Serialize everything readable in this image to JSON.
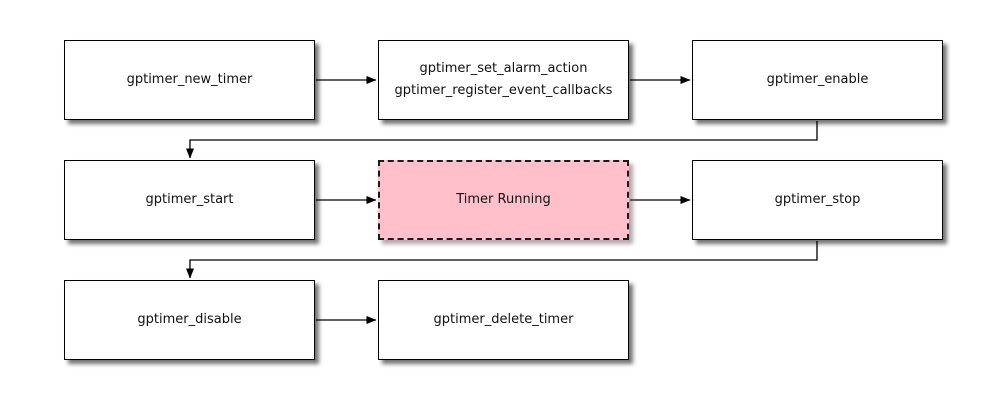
{
  "diagram": {
    "type": "flowchart",
    "description": "GPTimer driver API lifecycle flow",
    "colors": {
      "node_fill": "#ffffff",
      "highlight_fill": "#ffc0cb",
      "border": "#000000",
      "background": "#ffffff"
    },
    "nodes": [
      {
        "id": "new_timer",
        "label": "gptimer_new_timer"
      },
      {
        "id": "setup",
        "label_line1": "gptimer_set_alarm_action",
        "label_line2": "gptimer_register_event_callbacks"
      },
      {
        "id": "enable",
        "label": "gptimer_enable"
      },
      {
        "id": "start",
        "label": "gptimer_start"
      },
      {
        "id": "timer_running",
        "label": "Timer Running"
      },
      {
        "id": "stop",
        "label": "gptimer_stop"
      },
      {
        "id": "disable",
        "label": "gptimer_disable"
      },
      {
        "id": "delete_timer",
        "label": "gptimer_delete_timer"
      }
    ],
    "edges": [
      {
        "from": "new_timer",
        "to": "setup"
      },
      {
        "from": "setup",
        "to": "enable"
      },
      {
        "from": "enable",
        "to": "start"
      },
      {
        "from": "start",
        "to": "timer_running"
      },
      {
        "from": "timer_running",
        "to": "stop"
      },
      {
        "from": "stop",
        "to": "disable"
      },
      {
        "from": "disable",
        "to": "delete_timer"
      }
    ]
  }
}
